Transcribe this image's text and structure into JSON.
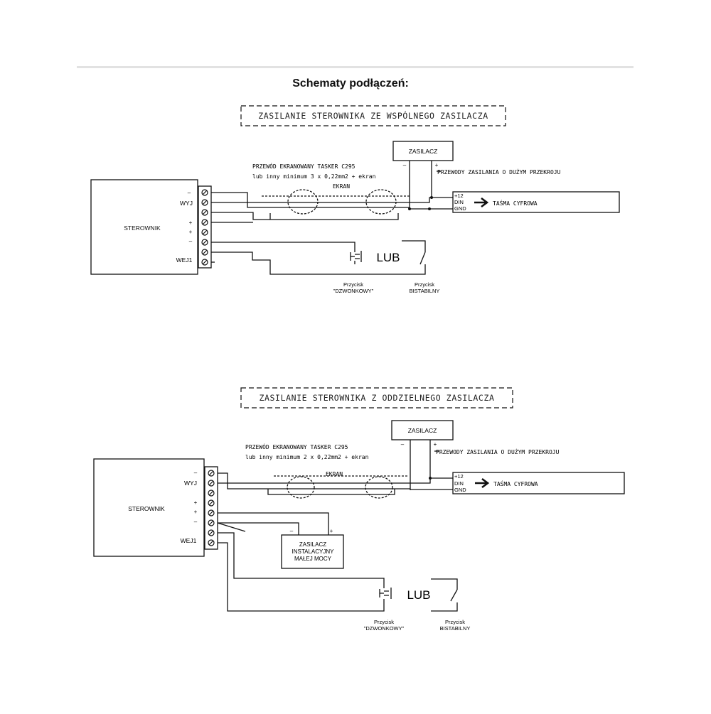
{
  "page_title": "Schematy podłączeń:",
  "diagrams": [
    {
      "title": "ZASILANIE STEROWNIKA ZE WSPÓLNEGO ZASILACZA",
      "controller": "STEROWNIK",
      "term_minus": "–",
      "term_plus": "+",
      "term_wyj": "WYJ",
      "term_wej1": "WEJ1",
      "cable_line1": "PRZEWÓD EKRANOWANY TASKER C295",
      "cable_line2": "lub inny minimum 3 x 0,22mm2 + ekran",
      "shield": "EKRAN",
      "psu": "ZASILACZ",
      "psu_minus": "–",
      "psu_plus": "+",
      "psu_wires": "PRZEWODY ZASILANIA O DUŻYM PRZEKROJU",
      "strip_p12": "+12",
      "strip_din": "DIN",
      "strip_gnd": "GND",
      "strip_label": "TAŚMA CYFROWA",
      "lub": "LUB",
      "btn1_line1": "Przycisk",
      "btn1_line2": "\"DZWONKOWY\"",
      "btn2_line1": "Przycisk",
      "btn2_line2": "BISTABILNY"
    },
    {
      "title": "ZASILANIE STEROWNIKA Z ODDZIELNEGO ZASILACZA",
      "controller": "STEROWNIK",
      "term_minus": "–",
      "term_plus": "+",
      "term_wyj": "WYJ",
      "term_wej1": "WEJ1",
      "cable_line1": "PRZEWÓD EKRANOWANY TASKER C295",
      "cable_line2": "lub inny minimum 2 x 0,22mm2 + ekran",
      "shield": "EKRAN",
      "psu": "ZASILACZ",
      "psu_minus": "–",
      "psu_plus": "+",
      "psu_wires": "PRZEWODY ZASILANIA O DUŻYM PRZEKROJU",
      "strip_p12": "+12",
      "strip_din": "DIN",
      "strip_gnd": "GND",
      "strip_label": "TAŚMA CYFROWA",
      "small_psu_line1": "ZASILACZ",
      "small_psu_line2": "INSTALACYJNY",
      "small_psu_line3": "MAŁEJ MOCY",
      "small_psu_minus": "–",
      "small_psu_plus": "+",
      "lub": "LUB",
      "btn1_line1": "Przycisk",
      "btn1_line2": "\"DZWONKOWY\"",
      "btn2_line1": "Przycisk",
      "btn2_line2": "BISTABILNY"
    }
  ]
}
